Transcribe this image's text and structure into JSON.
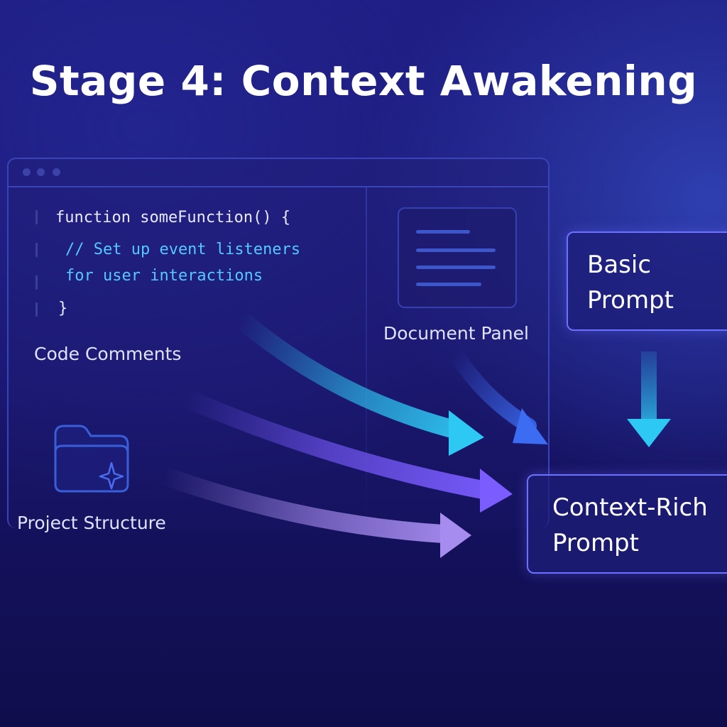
{
  "title": "Stage 4: Context Awakening",
  "code": {
    "line1": "function someFunction() {",
    "line2": "// Set up event listeners",
    "line3": "for user interactions",
    "line4": "}"
  },
  "labels": {
    "code_comments": "Code Comments",
    "document_panel": "Document Panel",
    "project_structure": "Project Structure"
  },
  "boxes": {
    "basic_prompt": "Basic\nPrompt",
    "context_rich_prompt": "Context-Rich\nPrompt"
  },
  "icons": {
    "document": "document-icon",
    "folder": "folder-sparkle-icon"
  },
  "colors": {
    "cyan": "#2ec8f4",
    "blue": "#3c6cf2",
    "violet": "#7a5cff",
    "lavender": "#a78cf0",
    "box_border": "#6c72ff"
  }
}
